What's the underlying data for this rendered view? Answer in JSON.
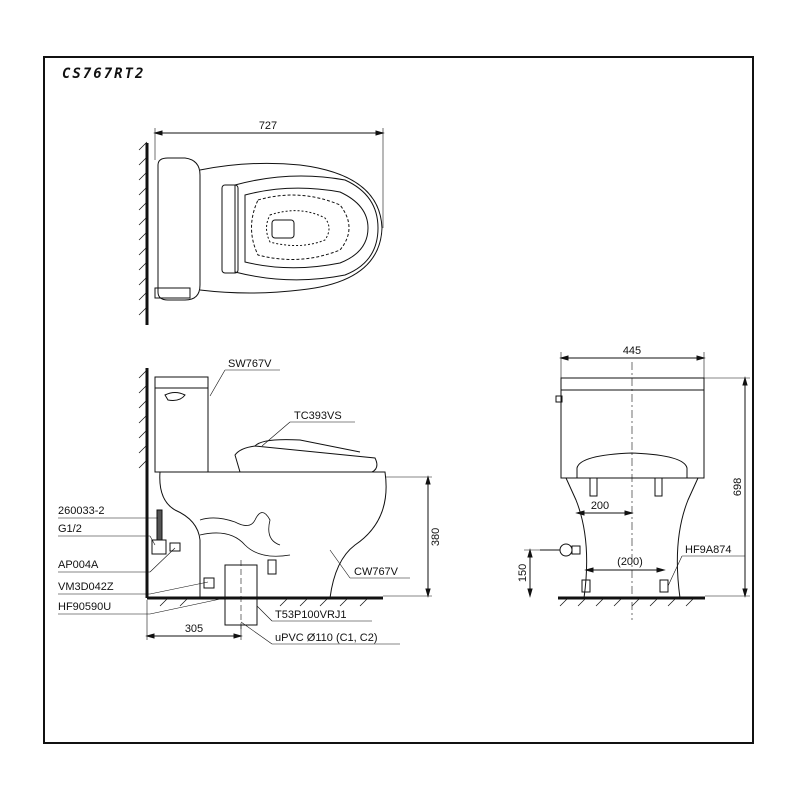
{
  "title": "CS767RT2",
  "top_view": {
    "width_dim": "727"
  },
  "side_view": {
    "parts": {
      "tank": "SW767V",
      "seat": "TC393VS",
      "bowl": "CW767V",
      "stop_valve": "260033-2",
      "thread": "G1/2",
      "supply": "AP004A",
      "valve2": "VM3D042Z",
      "flange": "HF90590U",
      "outlet": "T53P100VRJ1",
      "pipe": "uPVC Ø110 (C1, C2)"
    },
    "dims": {
      "height": "380",
      "rough_in": "305"
    }
  },
  "front_view": {
    "parts": {
      "bolt": "HF9A874"
    },
    "dims": {
      "width": "445",
      "height": "698",
      "half": "200",
      "bolt_spacing": "(200)",
      "supply_height": "150"
    }
  }
}
